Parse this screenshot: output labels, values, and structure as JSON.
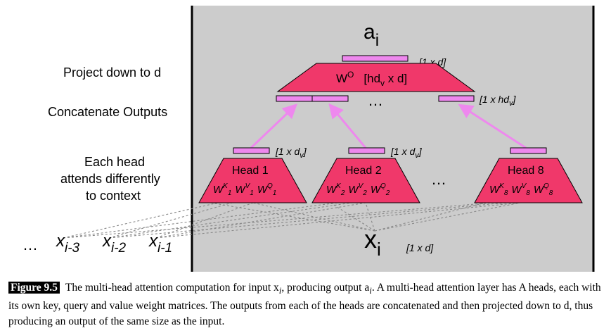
{
  "labels": {
    "project": "Project down to d",
    "concat": "Concatenate Outputs",
    "each_head_1": "Each head",
    "each_head_2": "attends differently",
    "each_head_3": "to context"
  },
  "output": {
    "symbol": "a",
    "subscript": "i",
    "dim": "[1 x d]"
  },
  "projection": {
    "text": "W",
    "sup": "O",
    "dim_open": "[hd",
    "dim_sub": "v",
    "dim_close": " x d]"
  },
  "concat_dim": {
    "text": "[1 x hd",
    "sub": "v",
    "close": "]"
  },
  "ellipsis": "…",
  "heads": [
    {
      "title": "Head 1",
      "idx": "1"
    },
    {
      "title": "Head 2",
      "idx": "2"
    },
    {
      "title": "Head 8",
      "idx": "8"
    }
  ],
  "head_dim": {
    "text": "[1 x d",
    "sub": "v",
    "close": "]"
  },
  "inputs": {
    "ellipsis": "…",
    "prev": [
      {
        "sym": "x",
        "sub": "i-3"
      },
      {
        "sym": "x",
        "sub": "i-2"
      },
      {
        "sym": "x",
        "sub": "i-1"
      }
    ],
    "current": {
      "sym": "x",
      "sub": "i"
    },
    "dim": "[1 x d]"
  },
  "caption": {
    "label": "Figure 9.5",
    "text": "The multi-head attention computation for input x",
    "text_sub": "i",
    "text2": ", producing output a",
    "text2_sub": "i",
    "text3": ". A multi-head attention layer has A heads, each with its own key, query and value weight matrices. The outputs from each of the heads are concatenated and then projected down to d, thus producing an output of the same size as the input."
  },
  "colors": {
    "panel": "#cccccc",
    "trapezoid": "#f0386a",
    "bar": "#ee88ee",
    "arrow": "#ee88ee"
  }
}
